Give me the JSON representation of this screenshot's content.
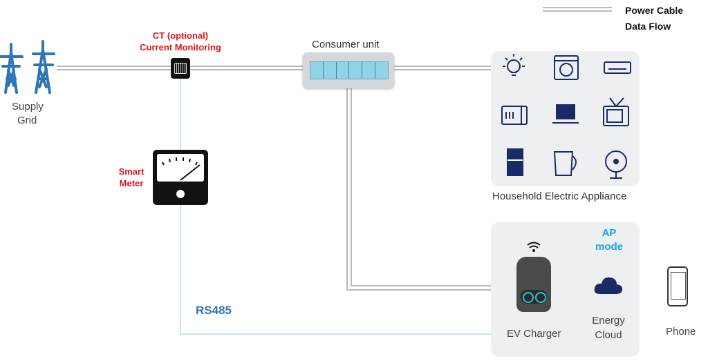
{
  "legend": {
    "power_cable": "Power Cable",
    "data_flow": "Data Flow"
  },
  "supply_grid": {
    "line1": "Supply",
    "line2": "Grid"
  },
  "ct": {
    "line1": "CT (optional)",
    "line2": "Current Monitoring"
  },
  "consumer_unit": "Consumer unit",
  "smart_meter": {
    "line1": "Smart",
    "line2": "Meter"
  },
  "rs485": "RS485",
  "household": {
    "title": "Household Electric Appliance",
    "appliances": [
      "lightbulb-icon",
      "washing-machine-icon",
      "air-conditioner-icon",
      "microwave-icon",
      "laptop-icon",
      "tv-icon",
      "fridge-icon",
      "kettle-icon",
      "fan-icon"
    ]
  },
  "ap_mode": {
    "line1": "AP",
    "line2": "mode"
  },
  "ev_charger": "EV Charger",
  "energy_cloud": {
    "line1": "Energy",
    "line2": "Cloud"
  },
  "phone": "Phone",
  "colors": {
    "label_red": "#e1141b",
    "ap_blue": "#1aa7e0",
    "rs485_blue": "#2e75b6",
    "icon_navy": "#1a2a66",
    "grid_blue": "#2e75b6"
  }
}
